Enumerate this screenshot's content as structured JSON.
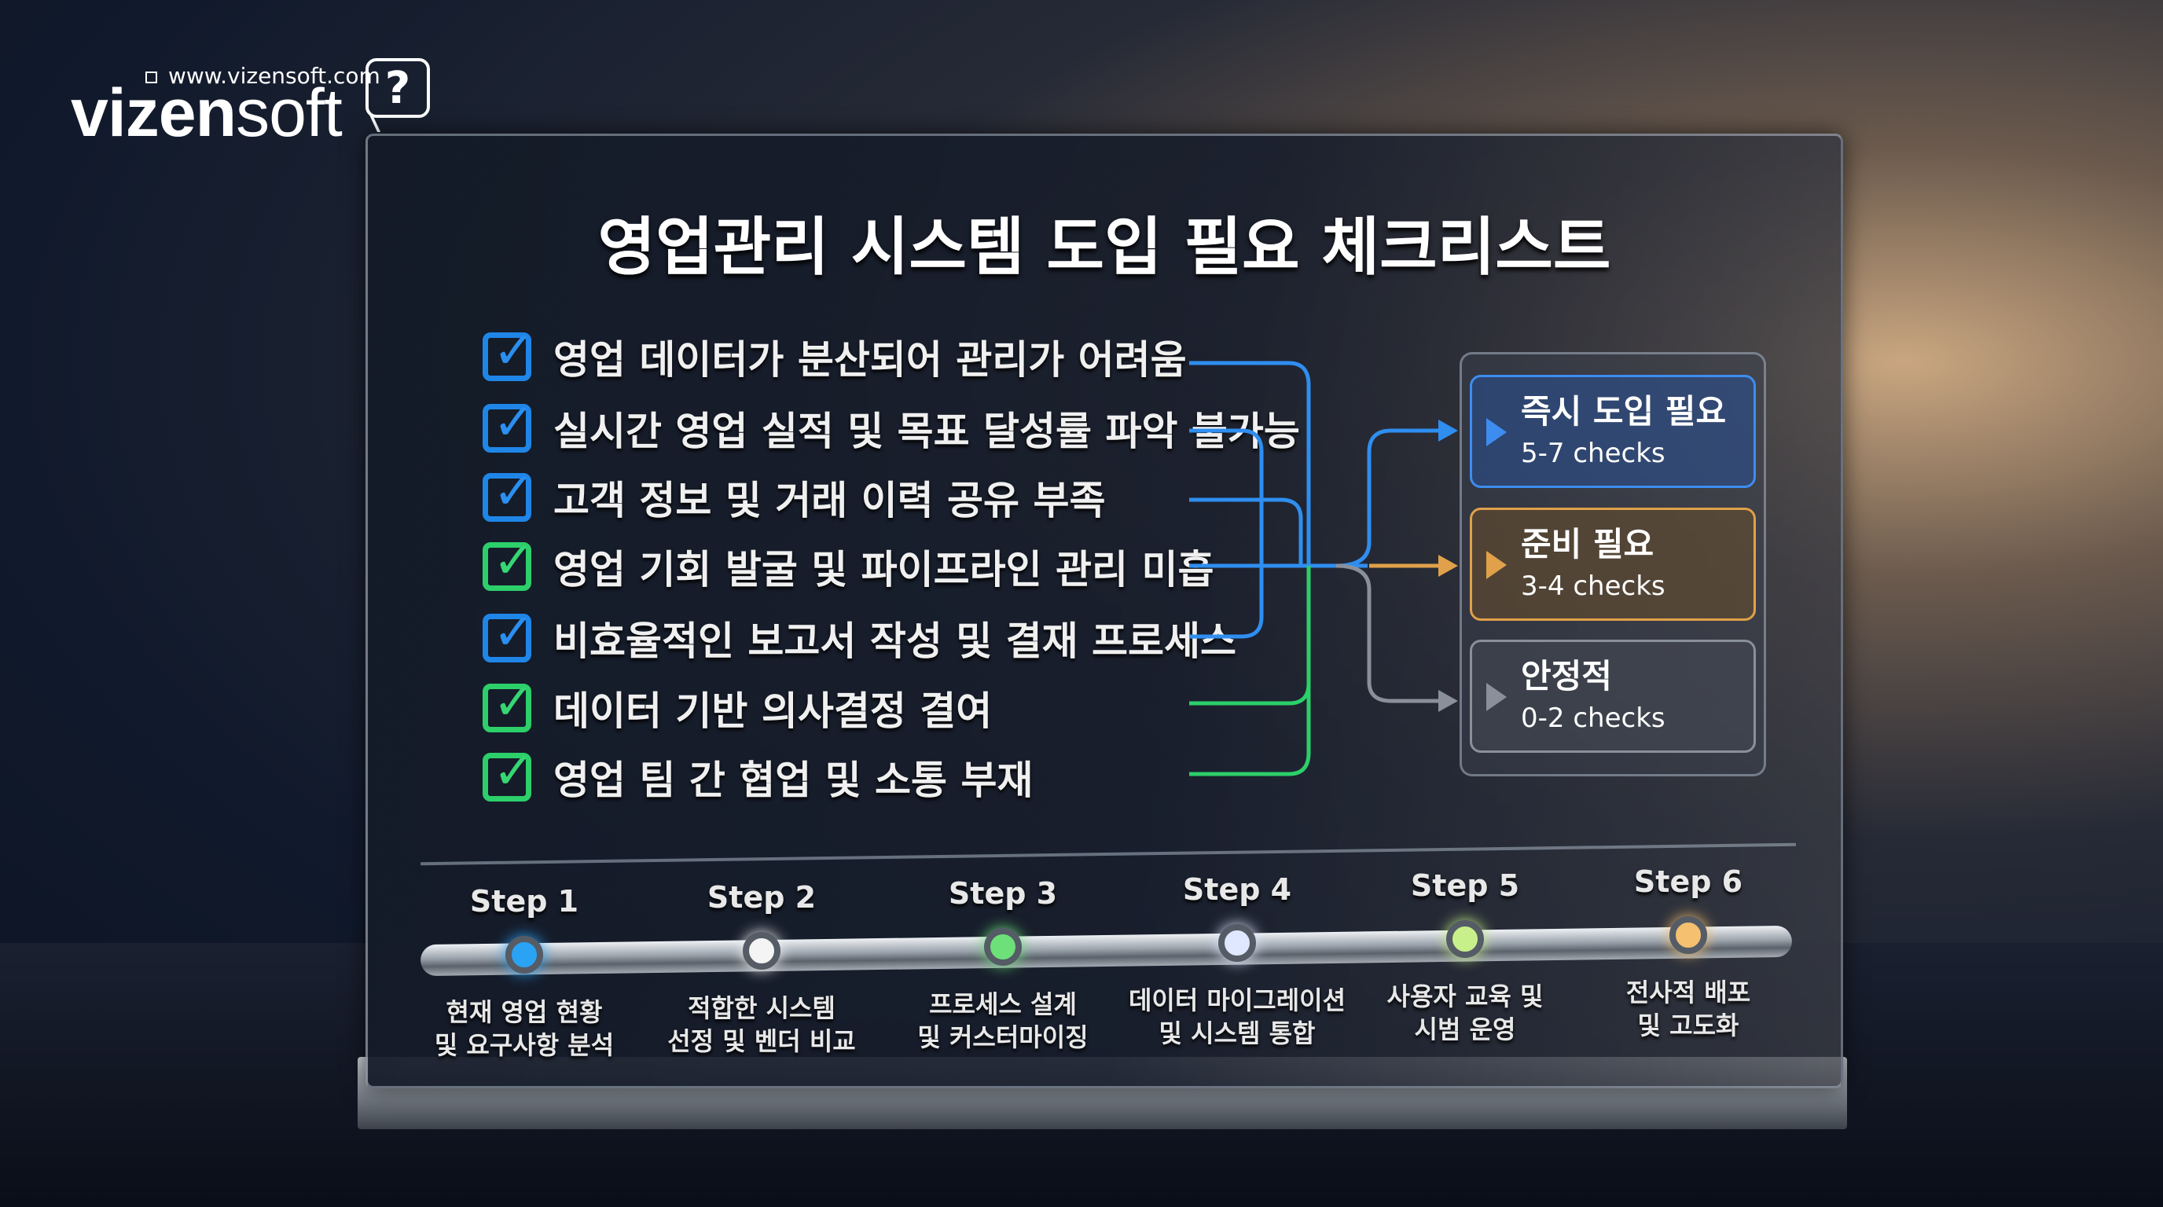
{
  "logo": {
    "url": "www.vizensoft.com",
    "brand_bold": "vizen",
    "brand_light": "soft",
    "icon": "question-bubble-icon",
    "icon_glyph": "?"
  },
  "title": "영업관리 시스템 도입 필요 체크리스트",
  "checklist": [
    {
      "text": "영업 데이터가 분산되어 관리가 어려움",
      "color": "blue"
    },
    {
      "text": "실시간 영업 실적 및 목표 달성률 파악 불가능",
      "color": "blue"
    },
    {
      "text": "고객 정보 및 거래 이력 공유 부족",
      "color": "blue"
    },
    {
      "text": "영업 기회 발굴 및 파이프라인 관리 미흡",
      "color": "green"
    },
    {
      "text": "비효율적인 보고서 작성 및 결재 프로세스",
      "color": "blue"
    },
    {
      "text": "데이터 기반 의사결정 결여",
      "color": "green"
    },
    {
      "text": "영업 팀 간 협업 및 소통 부재",
      "color": "green"
    }
  ],
  "outcomes": [
    {
      "title": "즉시 도입 필요",
      "checks": "5-7 checks",
      "color": "#3d8df0"
    },
    {
      "title": "준비 필요",
      "checks": "3-4 checks",
      "color": "#e0a14a"
    },
    {
      "title": "안정적",
      "checks": "0-2 checks",
      "color": "#8a9099"
    }
  ],
  "steps": [
    {
      "label": "Step 1",
      "line1": "현재 영업 현황",
      "line2": "및 요구사항 분석",
      "color": "#2aa3f5"
    },
    {
      "label": "Step 2",
      "line1": "적합한 시스템",
      "line2": "선정 및 벤더 비교",
      "color": "#f4f4f4"
    },
    {
      "label": "Step 3",
      "line1": "프로세스 설계",
      "line2": "및 커스터마이징",
      "color": "#6ee07a"
    },
    {
      "label": "Step 4",
      "line1": "데이터 마이그레이션",
      "line2": "및 시스템 통합",
      "color": "#dfe8ff"
    },
    {
      "label": "Step 5",
      "line1": "사용자 교육 및",
      "line2": "시범 운영",
      "color": "#c8f08a"
    },
    {
      "label": "Step 6",
      "line1": "전사적 배포",
      "line2": "및 고도화",
      "color": "#f5c070"
    }
  ]
}
